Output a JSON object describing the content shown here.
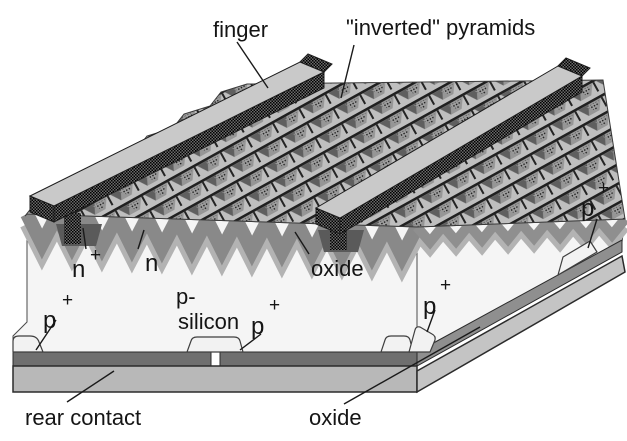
{
  "figure": {
    "kind": "solar-cell-cross-section-diagram"
  },
  "labels": {
    "finger": "finger",
    "inverted_pyramids": "\"inverted\" pyramids",
    "n_plus_base": "n",
    "n_plus_sup": "+",
    "n_layer": "n",
    "oxide_front": "oxide",
    "p_plus_base": "p",
    "p_plus_sup": "+",
    "p_silicon_line1": "p-",
    "p_silicon_line2": "silicon",
    "rear_contact": "rear contact",
    "oxide_rear": "oxide"
  },
  "colors": {
    "background": "#ffffff",
    "silicon_face": "#f5f5f5",
    "oxide_zigzag": "#898989",
    "n_band_zigzag": "#b3b3b3",
    "bottom_oxide": "#6f6f6f",
    "rear_contact": "#b8b8b8",
    "right_oxide_stripe": "#8f8f8f",
    "right_rear_stripe": "#c4c4c4",
    "finger_top": "#c9c9c9",
    "finger_hatch_dark": "#111111",
    "texture_ridge": "#bfbfbf",
    "groove_contact": "#5a5a5a",
    "label_text": "#151515"
  }
}
